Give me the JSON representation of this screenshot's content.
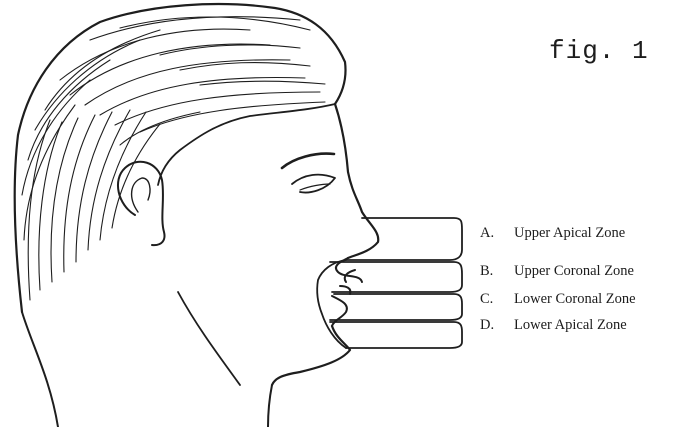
{
  "figure": {
    "label": "fig. 1"
  },
  "legend": {
    "items": [
      {
        "letter": "A.",
        "text": "Upper Apical Zone"
      },
      {
        "letter": "B.",
        "text": "Upper Coronal Zone"
      },
      {
        "letter": "C.",
        "text": "Lower Coronal Zone"
      },
      {
        "letter": "D.",
        "text": "Lower Apical Zone"
      }
    ]
  },
  "colors": {
    "ink": "#1e1e1e",
    "paper": "#ffffff"
  }
}
